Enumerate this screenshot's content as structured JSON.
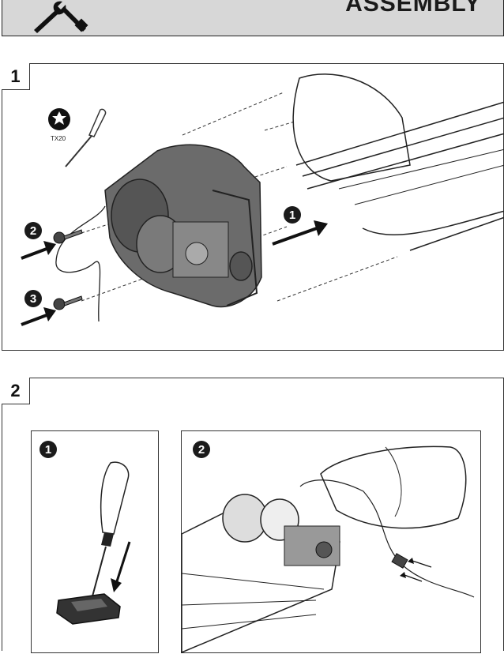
{
  "header": {
    "title": "ASSEMBLY"
  },
  "step1": {
    "number": "1",
    "tool_label": "TX20",
    "callouts": [
      "1",
      "2",
      "3"
    ]
  },
  "step2": {
    "number": "2",
    "panel1_badge": "1",
    "panel2_badge": "2"
  }
}
